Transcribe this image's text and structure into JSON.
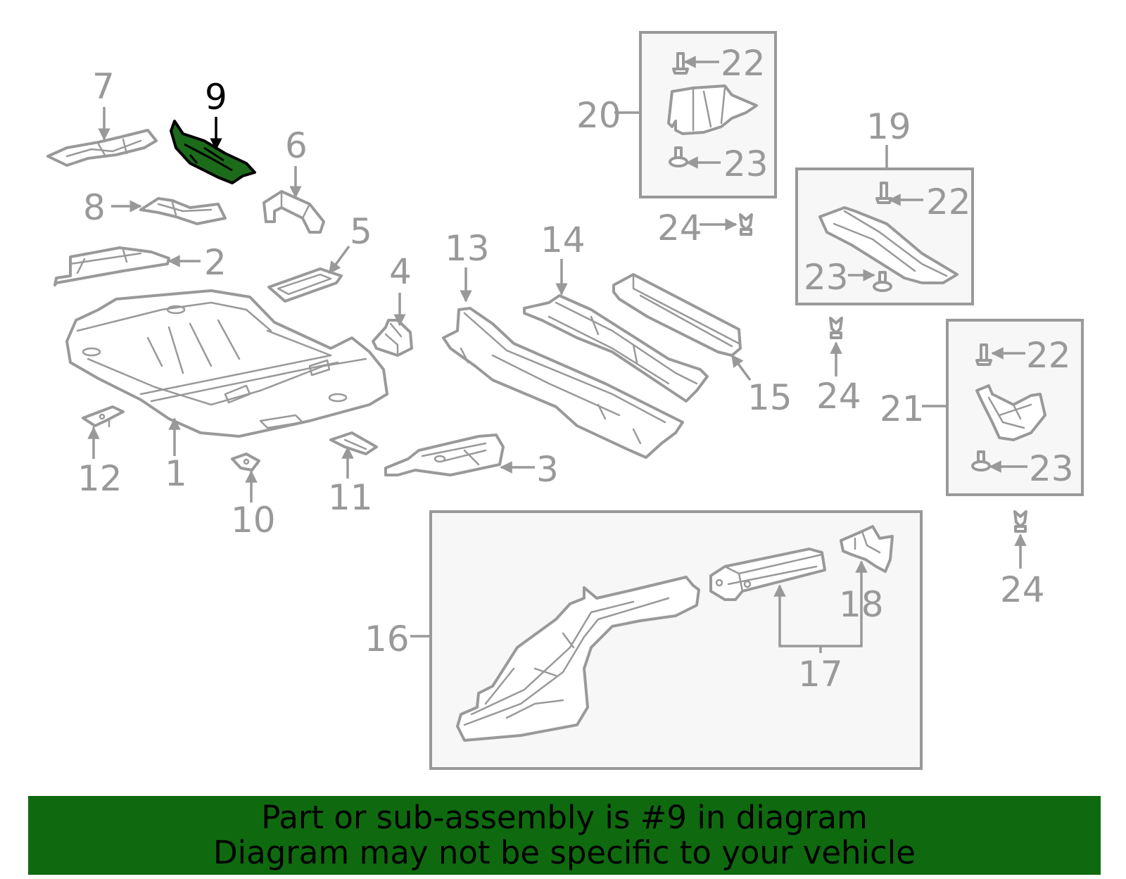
{
  "banner": {
    "line1": "Part or sub-assembly is #9 in diagram",
    "line2": "Diagram may not be specific to your vehicle",
    "background_color": "#0f6a0f"
  },
  "highlight": {
    "part": "9",
    "fill_color": "#1b6b1b"
  },
  "callouts": {
    "c1": "1",
    "c2": "2",
    "c3": "3",
    "c4": "4",
    "c5": "5",
    "c6": "6",
    "c7": "7",
    "c8": "8",
    "c9": "9",
    "c10": "10",
    "c11": "11",
    "c12": "12",
    "c13": "13",
    "c14": "14",
    "c15": "15",
    "c16": "16",
    "c17": "17",
    "c18": "18",
    "c19": "19",
    "c20": "20",
    "c21": "21",
    "c22a": "22",
    "c22b": "22",
    "c22c": "22",
    "c23a": "23",
    "c23b": "23",
    "c23c": "23",
    "c24a": "24",
    "c24b": "24",
    "c24c": "24"
  }
}
